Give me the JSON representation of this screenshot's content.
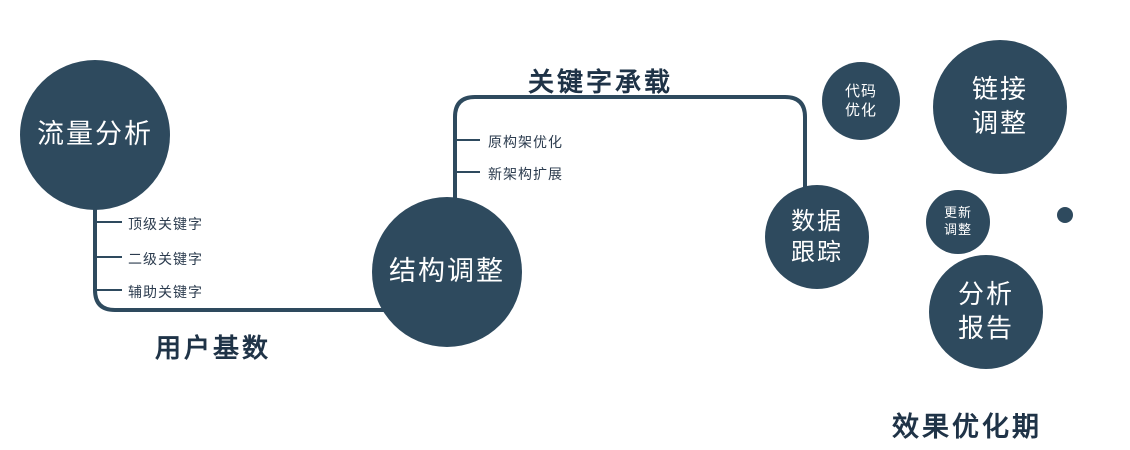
{
  "nodes": {
    "traffic": {
      "label": "流量分析"
    },
    "structure": {
      "label": "结构调整"
    },
    "tracking": {
      "line1": "数据",
      "line2": "跟踪"
    },
    "code": {
      "line1": "代码",
      "line2": "优化"
    },
    "link": {
      "line1": "链接",
      "line2": "调整"
    },
    "update": {
      "line1": "更新",
      "line2": "调整"
    },
    "report": {
      "line1": "分析",
      "line2": "报告"
    }
  },
  "edges": {
    "user_base_label": "用户基数",
    "keyword_label": "关键字承载"
  },
  "branches": {
    "left": [
      "顶级关键字",
      "二级关键字",
      "辅助关键字"
    ],
    "mid": [
      "原构架优化",
      "新架构扩展"
    ]
  },
  "footer": "效果优化期",
  "colors": {
    "node_fill": "#2e4a5e",
    "connector": "#2e4a5e",
    "label_dark": "#1f3347"
  }
}
